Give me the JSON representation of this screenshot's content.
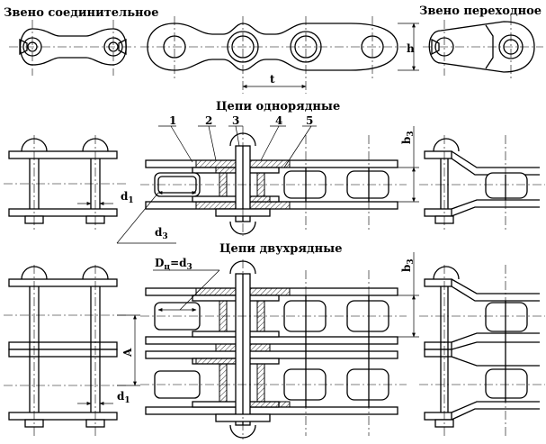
{
  "labels": {
    "connecting_link": "Звено соединительное",
    "transition_link": "Звено переходное",
    "single_row": "Цепи однорядные",
    "double_row": "Цепи двухрядные",
    "dim_h": "h",
    "dim_t": "t",
    "dim_b3_top": "b",
    "dim_b3_top_sub": "3",
    "dim_b3_bottom": "b",
    "dim_b3_bottom_sub": "3",
    "dim_d1_top": "d",
    "dim_d1_top_sub": "1",
    "dim_d1_bottom": "d",
    "dim_d1_bottom_sub": "1",
    "dim_d3": "d",
    "dim_d3_sub": "3",
    "dim_dc": "D",
    "dim_dc_sub": "ц",
    "dim_dc_eq": "=d",
    "dim_dc_eq_sub": "3",
    "dim_A": "A",
    "callout_1": "1",
    "callout_2": "2",
    "callout_3": "3",
    "callout_4": "4",
    "callout_5": "5"
  }
}
